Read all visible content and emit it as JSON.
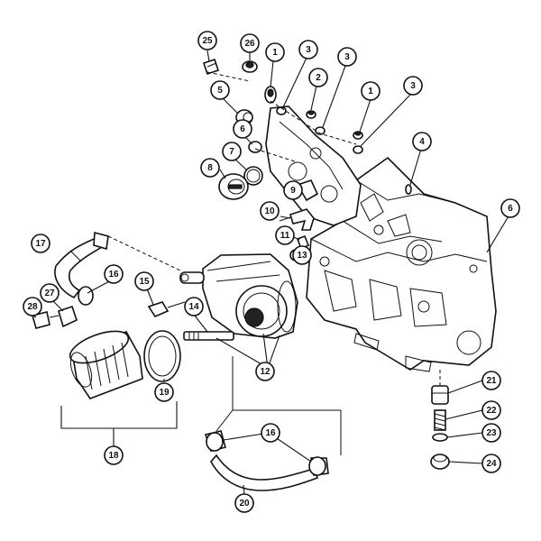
{
  "diagram": {
    "callouts": [
      {
        "id": "c1",
        "label": "1"
      },
      {
        "id": "c1b",
        "label": "1"
      },
      {
        "id": "c2",
        "label": "2"
      },
      {
        "id": "c3",
        "label": "3"
      },
      {
        "id": "c3b",
        "label": "3"
      },
      {
        "id": "c3c",
        "label": "3"
      },
      {
        "id": "c4",
        "label": "4"
      },
      {
        "id": "c5",
        "label": "5"
      },
      {
        "id": "c6",
        "label": "6"
      },
      {
        "id": "c6b",
        "label": "6"
      },
      {
        "id": "c7",
        "label": "7"
      },
      {
        "id": "c8",
        "label": "8"
      },
      {
        "id": "c9",
        "label": "9"
      },
      {
        "id": "c10",
        "label": "10"
      },
      {
        "id": "c11",
        "label": "11"
      },
      {
        "id": "c12",
        "label": "12"
      },
      {
        "id": "c13",
        "label": "13"
      },
      {
        "id": "c14",
        "label": "14"
      },
      {
        "id": "c15",
        "label": "15"
      },
      {
        "id": "c16",
        "label": "16"
      },
      {
        "id": "c16b",
        "label": "16"
      },
      {
        "id": "c17",
        "label": "17"
      },
      {
        "id": "c18",
        "label": "18"
      },
      {
        "id": "c19",
        "label": "19"
      },
      {
        "id": "c20",
        "label": "20"
      },
      {
        "id": "c21",
        "label": "21"
      },
      {
        "id": "c22",
        "label": "22"
      },
      {
        "id": "c23",
        "label": "23"
      },
      {
        "id": "c24",
        "label": "24"
      },
      {
        "id": "c25",
        "label": "25"
      },
      {
        "id": "c26",
        "label": "26"
      },
      {
        "id": "c27",
        "label": "27"
      },
      {
        "id": "c28",
        "label": "28"
      }
    ]
  }
}
